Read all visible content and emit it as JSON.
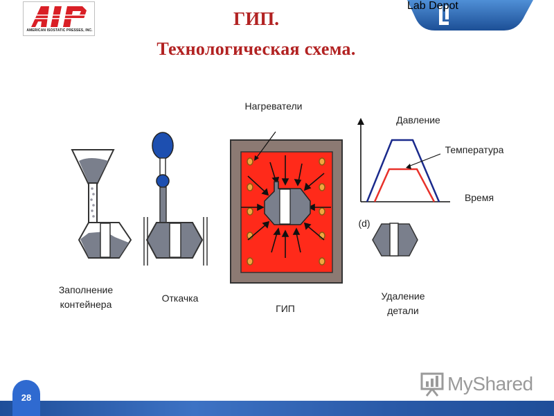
{
  "logos": {
    "aip_mark": "AIP",
    "aip_caption": "AMERICAN ISOSTATIC PRESSES, INC.",
    "labdepot": "Lab Depot",
    "watermark": "MyShared"
  },
  "header": {
    "title": "ГИП.",
    "subtitle": "Технологическая схема."
  },
  "labels": {
    "heaters": "Нагреватели",
    "pressure": "Давление",
    "temperature": "Температура",
    "time": "Время",
    "d_marker": "(d)",
    "fill_line1": "Заполнение",
    "fill_line2": "контейнера",
    "evac": "Откачка",
    "hip": "ГИП",
    "removal_line1": "Удаление",
    "removal_line2": "детали"
  },
  "footer": {
    "page_number": "28"
  },
  "colors": {
    "title": "#b22222",
    "furnace_frame": "#8c7a73",
    "furnace_chamber": "#ff2a1a",
    "heater": "#f2a640",
    "part": "#7a7f8c",
    "pressure_curve": "#1a2a8c",
    "temperature_curve": "#e8312a",
    "evac_bulb": "#1d4fb0",
    "footer_bar": "#2a5aa8"
  }
}
